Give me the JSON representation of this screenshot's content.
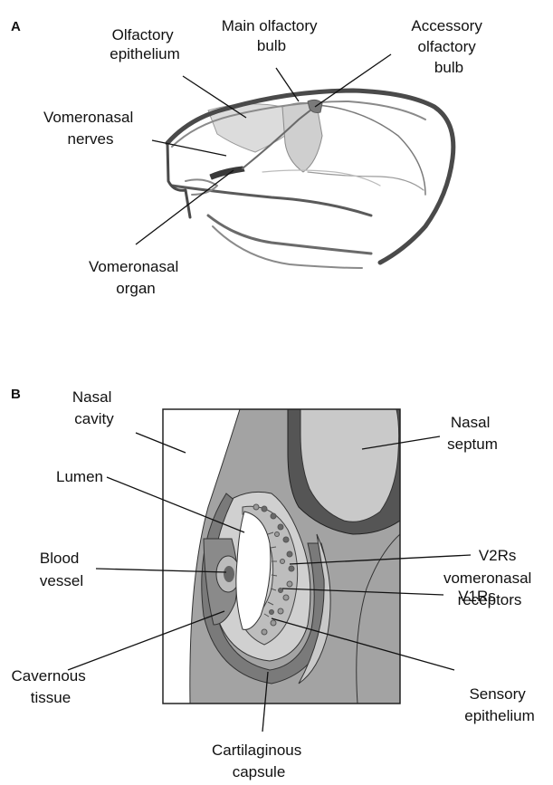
{
  "panels": {
    "a": {
      "letter": "A",
      "labels": {
        "olfactory_epithelium": [
          "Olfactory",
          "epithelium"
        ],
        "main_olfactory_bulb": [
          "Main olfactory",
          "bulb"
        ],
        "accessory_olfactory_bulb": [
          "Accessory",
          "olfactory",
          "bulb"
        ],
        "vomeronasal_nerves": [
          "Vomeronasal",
          "nerves"
        ],
        "vomeronasal_organ": [
          "Vomeronasal",
          "organ"
        ]
      }
    },
    "b": {
      "letter": "B",
      "labels": {
        "nasal_cavity": [
          "Nasal",
          "cavity"
        ],
        "nasal_septum": [
          "Nasal",
          "septum"
        ],
        "lumen": [
          "Lumen"
        ],
        "blood_vessel": [
          "Blood",
          "vessel"
        ],
        "v2rs": [
          "V2Rs",
          "vomeronasal",
          "receptors"
        ],
        "v1rs": [
          "V1Rs"
        ],
        "cavernous_tissue": [
          "Cavernous",
          "tissue"
        ],
        "sensory_epithelium": [
          "Sensory",
          "epithelium"
        ],
        "cartilaginous_capsule": [
          "Cartilaginous",
          "capsule"
        ]
      }
    }
  },
  "colors": {
    "ink": "#111111",
    "light_gray": "#d6d6d6",
    "medium_gray": "#a3a3a3",
    "mid_dark_gray": "#8a8a8a",
    "dark_gray": "#5e5e5e",
    "septum_gray": "#c9c9c9"
  }
}
